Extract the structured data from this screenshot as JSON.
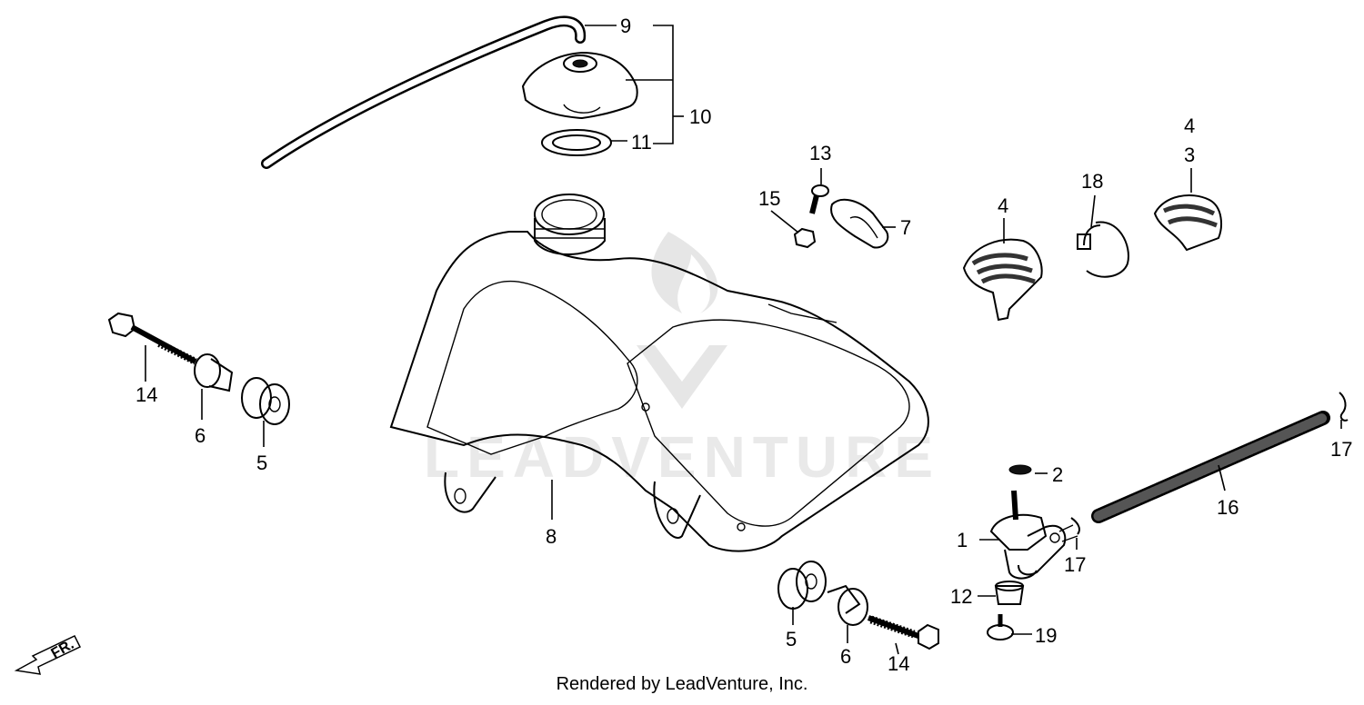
{
  "callouts": {
    "c1": "1",
    "c2": "2",
    "c3": "3",
    "c4a": "4",
    "c4b": "4",
    "c5a": "5",
    "c5b": "5",
    "c6a": "6",
    "c6b": "6",
    "c7": "7",
    "c8": "8",
    "c9": "9",
    "c10": "10",
    "c11": "11",
    "c12": "12",
    "c13": "13",
    "c14a": "14",
    "c14b": "14",
    "c15": "15",
    "c16": "16",
    "c17a": "17",
    "c17b": "17",
    "c18": "18",
    "c19": "19"
  },
  "watermark": "LEADVENTURE",
  "direction_label": "FR.",
  "footer": "Rendered by LeadVenture, Inc."
}
